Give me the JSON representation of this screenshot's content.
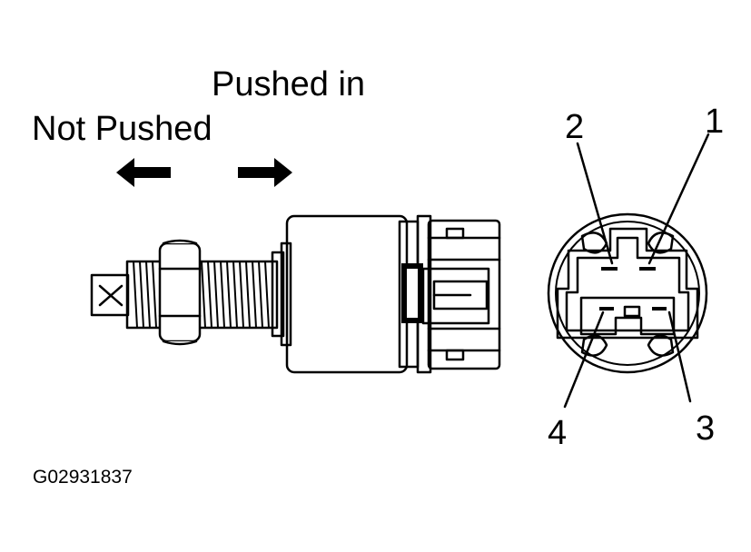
{
  "labels": {
    "pushed_in": "Pushed in",
    "not_pushed": "Not Pushed",
    "figure_code": "G02931837"
  },
  "pins": {
    "pin1": "1",
    "pin2": "2",
    "pin3": "3",
    "pin4": "4"
  }
}
